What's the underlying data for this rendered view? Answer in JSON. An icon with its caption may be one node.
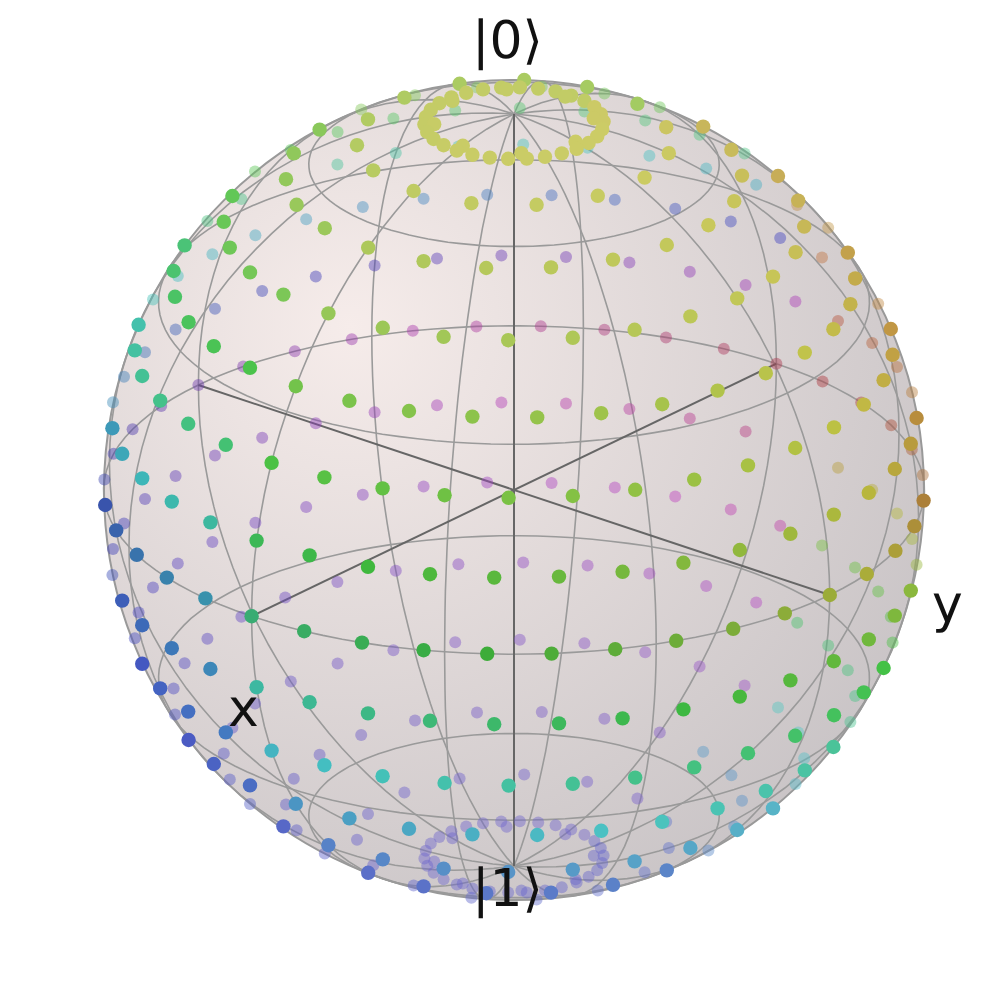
{
  "diagram": {
    "labels": [
      "|0⟩",
      "y",
      "x",
      "|1⟩"
    ]
  }
}
